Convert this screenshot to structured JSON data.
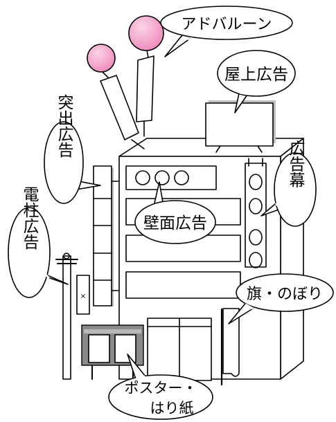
{
  "labels": {
    "adballoon": "アドバルーン",
    "rooftop": "屋上広告",
    "projecting": "突出広告",
    "wall": "壁面広告",
    "curtain": "広告幕",
    "pole": "電柱広告",
    "flag": "旗・のぼり",
    "poster_line1": "ポスター・",
    "poster_line2": "はり紙",
    "pole_plate_mark": "×"
  },
  "colors": {
    "balloon_fill": "#f08cbe",
    "balloon_highlight": "#fbd4e6",
    "ink": "#000000",
    "shadow": "#c0c0c0",
    "board_gray": "#8a8a8a"
  }
}
